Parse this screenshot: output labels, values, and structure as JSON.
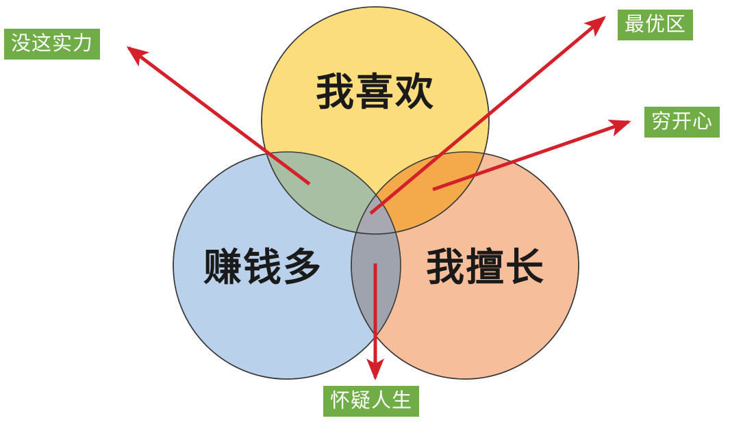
{
  "figure": {
    "type": "venn-diagram",
    "background_color": "#FFFFFF",
    "circle_stroke_color": "#3A3A3A",
    "arrow_color": "#D4202A",
    "tag_background_color": "#70AD47",
    "tag_text_color": "#FFFFFF"
  },
  "circles": [
    {
      "id": "like",
      "label": "我喜欢",
      "color": "#FCDD7D",
      "position": "top"
    },
    {
      "id": "money",
      "label": "赚钱多",
      "color": "#B9D1EA",
      "position": "bottom-left"
    },
    {
      "id": "good-at",
      "label": "我擅长",
      "color": "#F7BE9B",
      "position": "bottom-right"
    }
  ],
  "overlaps": [
    {
      "id": "like-money",
      "label": "没这实力",
      "color": "#A9BFA4",
      "circles": [
        "like",
        "money"
      ]
    },
    {
      "id": "like-goodat",
      "label": "穷开心",
      "color": "#F4A94A",
      "circles": [
        "like",
        "good-at"
      ]
    },
    {
      "id": "money-goodat",
      "label": "怀疑人生",
      "color": "#9FA3AE",
      "circles": [
        "money",
        "good-at"
      ]
    },
    {
      "id": "center",
      "label": "最优区",
      "color": "#A7A8B2",
      "circles": [
        "like",
        "money",
        "good-at"
      ]
    }
  ],
  "callouts": [
    {
      "id": "no-ability",
      "label": "没这实力",
      "target_overlap": "like-money"
    },
    {
      "id": "optimal-zone",
      "label": "最优区",
      "target_overlap": "center"
    },
    {
      "id": "poor-but-happy",
      "label": "穷开心",
      "target_overlap": "like-goodat"
    },
    {
      "id": "doubt-life",
      "label": "怀疑人生",
      "target_overlap": "money-goodat"
    }
  ]
}
